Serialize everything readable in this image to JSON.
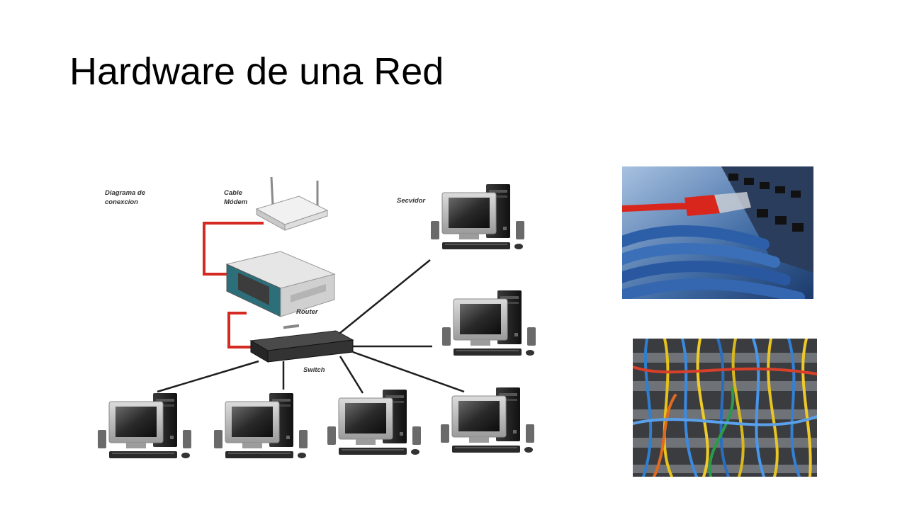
{
  "slide": {
    "title": "Hardware de una Red"
  },
  "diagram": {
    "labels": {
      "diagram_title_line1": "Diagrama de",
      "diagram_title_line2": "conexcion",
      "modem_line1": "Cable",
      "modem_line2": "Módem",
      "server": "Secvidor",
      "router": "Router",
      "switch": "Switch"
    },
    "colors": {
      "cable_red": "#d42a22",
      "cable_black": "#1e1e1e",
      "monitor_frame": "#b9b9b9",
      "tower": "#1f1f1f"
    },
    "devices": [
      "cable-modem",
      "router",
      "switch",
      "server-pc",
      "client-pc",
      "client-pc",
      "client-pc",
      "client-pc",
      "client-pc"
    ]
  },
  "photos": {
    "patch_panel": "network-patch-cables-photo",
    "server_rack": "server-rack-cables-photo"
  }
}
